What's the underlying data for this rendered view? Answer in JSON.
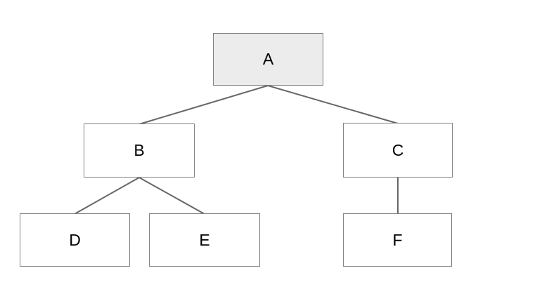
{
  "diagram": {
    "type": "tree",
    "nodes": [
      {
        "id": "A",
        "label": "A",
        "fill": "#ececec",
        "role": "root"
      },
      {
        "id": "B",
        "label": "B",
        "fill": "#ffffff",
        "role": "child-of-A"
      },
      {
        "id": "C",
        "label": "C",
        "fill": "#ffffff",
        "role": "child-of-A"
      },
      {
        "id": "D",
        "label": "D",
        "fill": "#ffffff",
        "role": "child-of-B"
      },
      {
        "id": "E",
        "label": "E",
        "fill": "#ffffff",
        "role": "child-of-B"
      },
      {
        "id": "F",
        "label": "F",
        "fill": "#ffffff",
        "role": "child-of-C"
      }
    ],
    "edges": [
      {
        "from": "A",
        "to": "B"
      },
      {
        "from": "A",
        "to": "C"
      },
      {
        "from": "B",
        "to": "D"
      },
      {
        "from": "B",
        "to": "E"
      },
      {
        "from": "C",
        "to": "F"
      }
    ],
    "colors": {
      "background": "#ffffff",
      "root_fill": "#ececec",
      "node_fill": "#ffffff",
      "node_border": "#808080",
      "edge": "#666666",
      "text": "#000000"
    }
  }
}
